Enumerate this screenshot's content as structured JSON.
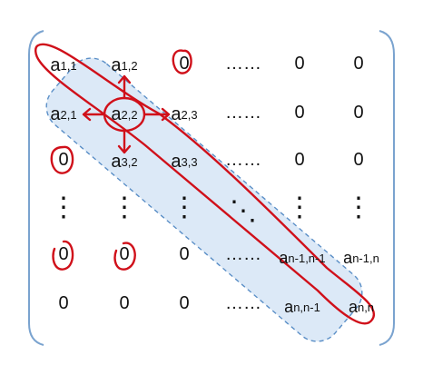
{
  "matrix": {
    "rows": [
      [
        {
          "base": "a",
          "sub": "1,1"
        },
        {
          "base": "a",
          "sub": "1,2"
        },
        {
          "text": "0"
        },
        {
          "text": "……"
        },
        {
          "text": "0"
        },
        {
          "text": "0"
        }
      ],
      [
        {
          "base": "a",
          "sub": "2,1"
        },
        {
          "base": "a",
          "sub": "2,2"
        },
        {
          "base": "a",
          "sub": "2,3"
        },
        {
          "text": "……"
        },
        {
          "text": "0"
        },
        {
          "text": "0"
        }
      ],
      [
        {
          "text": "0"
        },
        {
          "base": "a",
          "sub": "3,2"
        },
        {
          "base": "a",
          "sub": "3,3"
        },
        {
          "text": "……"
        },
        {
          "text": "0"
        },
        {
          "text": "0"
        }
      ],
      [
        {
          "text": "⋮"
        },
        {
          "text": "⋮"
        },
        {
          "text": "⋮"
        },
        {
          "text": "⋱"
        },
        {
          "text": "⋮"
        },
        {
          "text": "⋮"
        }
      ],
      [
        {
          "text": "0"
        },
        {
          "text": "0"
        },
        {
          "text": "0"
        },
        {
          "text": "……"
        },
        {
          "base": "a",
          "sub": "n-1,n-1"
        },
        {
          "base": "a",
          "sub": "n-1,n"
        }
      ],
      [
        {
          "text": "0"
        },
        {
          "text": "0"
        },
        {
          "text": "0"
        },
        {
          "text": "……"
        },
        {
          "base": "a",
          "sub": "n,n-1"
        },
        {
          "base": "a",
          "sub": "n,n"
        }
      ]
    ]
  },
  "colors": {
    "band_fill": "#dce9f7",
    "band_stroke": "#5b8fc7",
    "ink": "#111111",
    "annotation": "#d0101a",
    "bracket": "#7aa3cf"
  }
}
